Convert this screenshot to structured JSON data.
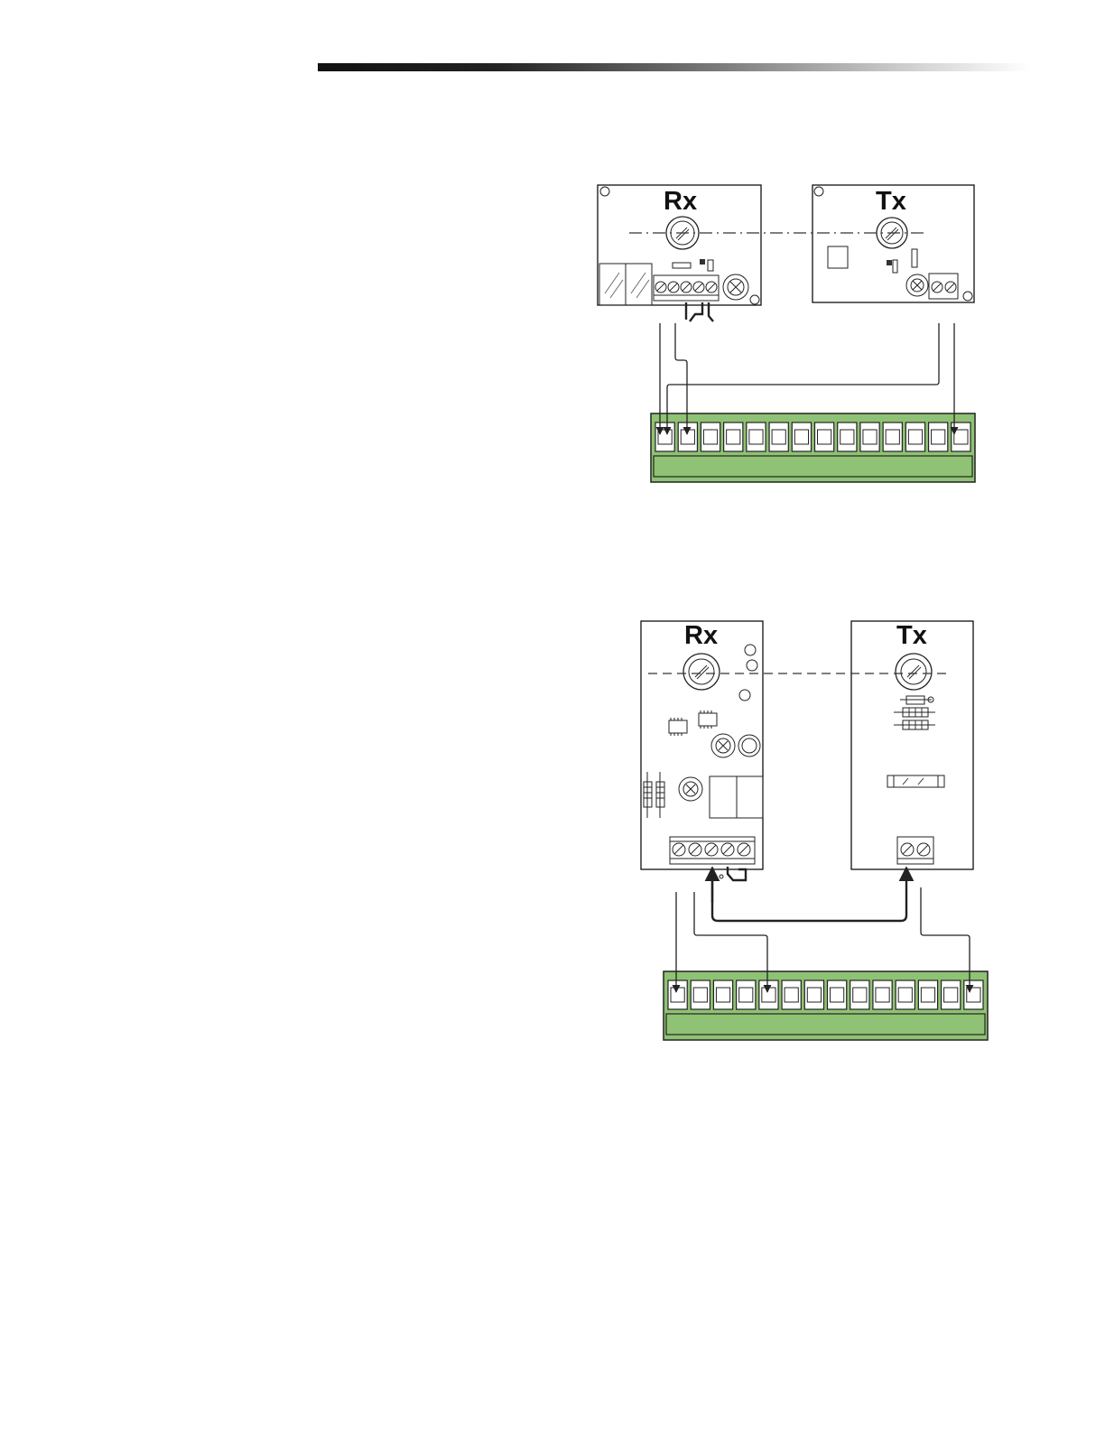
{
  "page": {
    "header_bar_color": "#111111"
  },
  "diagram_top": {
    "rx_label": "Rx",
    "tx_label": "Tx",
    "terminal_strip": {
      "count": 14,
      "color": "#8fc274"
    }
  },
  "diagram_bottom": {
    "rx_label": "Rx",
    "tx_label": "Tx",
    "terminal_strip": {
      "count": 14,
      "color": "#8fc274"
    }
  }
}
